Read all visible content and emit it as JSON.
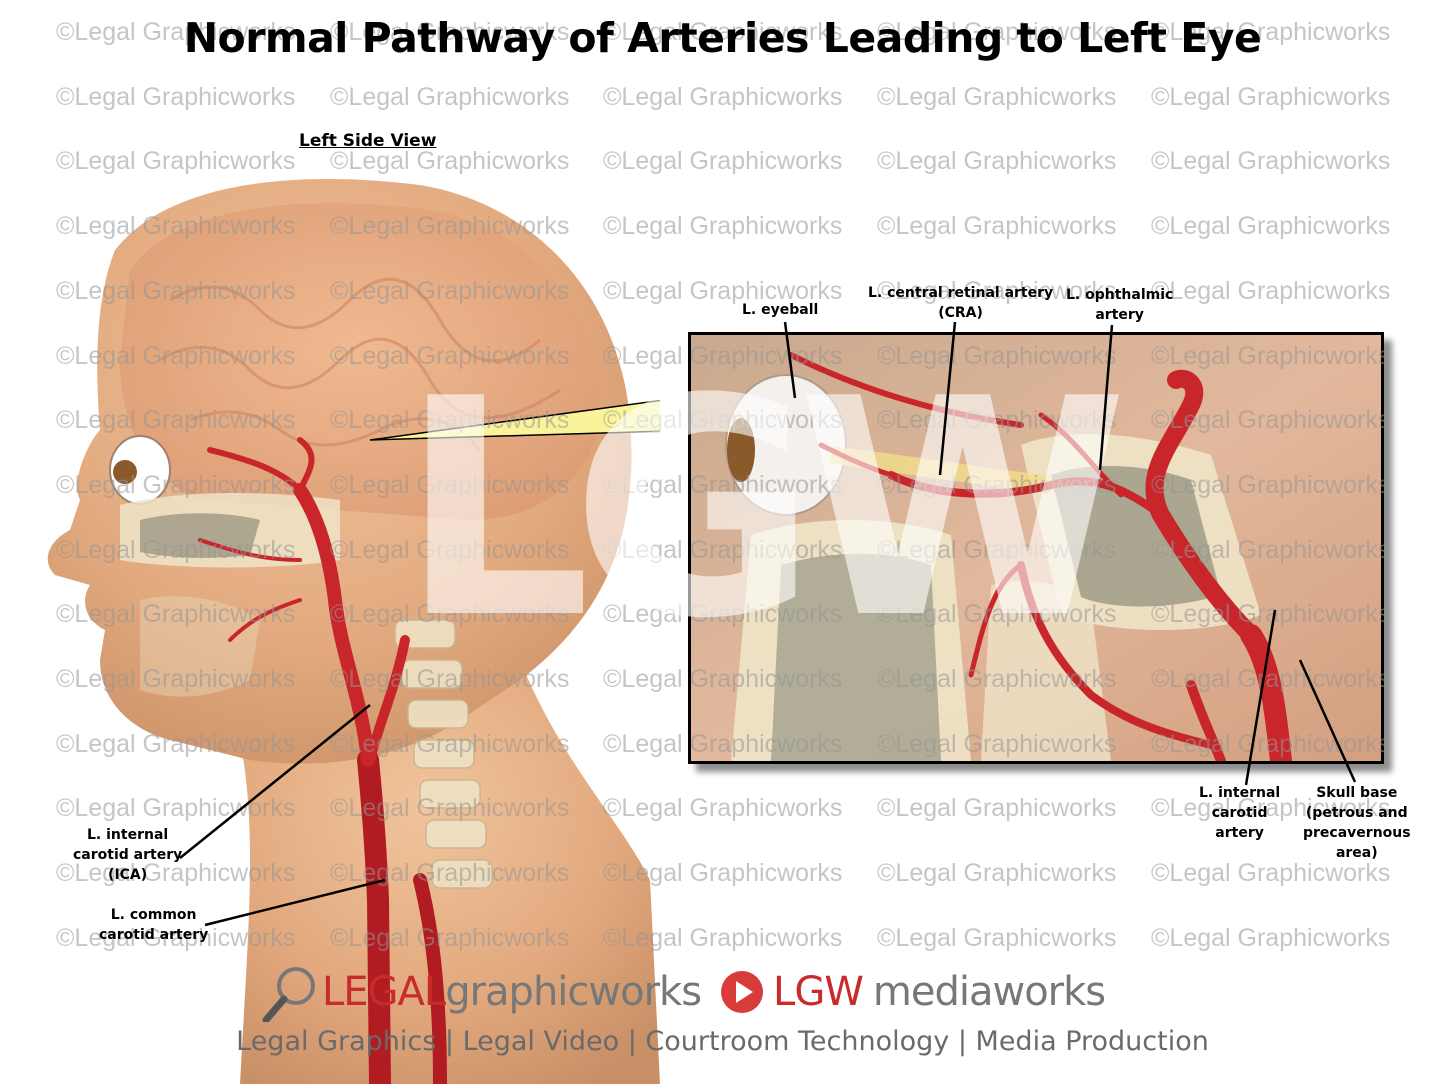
{
  "title": "Normal Pathway of Arteries Leading to Left Eye",
  "subtitle": "Left Side View",
  "watermark_text": "©Legal Graphicworks",
  "watermark_logo": "LGW",
  "labels": {
    "eyeball": "L. eyeball",
    "cra": "L. central retinal artery\n(CRA)",
    "ophthalmic": "L. ophthalmic\nartery",
    "ica_left": "L. internal\ncarotid artery\n(ICA)",
    "common_carotid": "L. common\ncarotid artery",
    "ica_right": "L. internal\ncarotid\nartery",
    "skull_base": "Skull base\n(petrous and\nprecavernous\narea)"
  },
  "footer": {
    "brand_legal": "LEGAL",
    "brand_graphicworks": "graphicworks",
    "brand_lgw": "LGW",
    "brand_mediaworks": "mediaworks",
    "tagline": "Legal Graphics | Legal Video | Courtroom Technology | Media Production"
  },
  "colors": {
    "artery": "#c8262a",
    "skin": "#e8b48a",
    "bone": "#efe4c8",
    "brand_red": "#c92a2a"
  },
  "icons": [
    "magnifier-icon",
    "play-icon"
  ]
}
